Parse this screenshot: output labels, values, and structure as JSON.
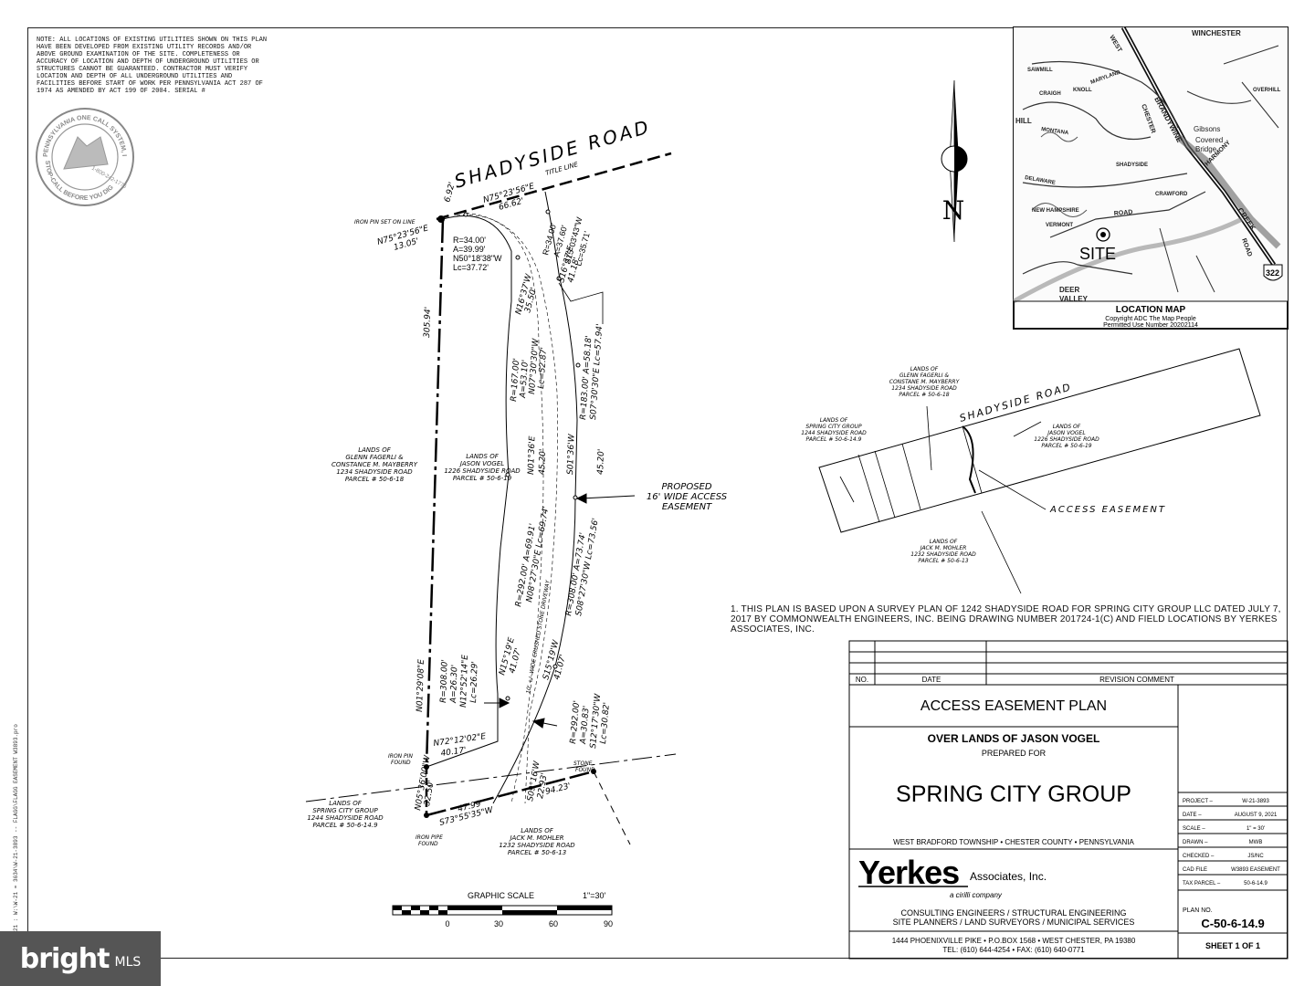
{
  "note": {
    "text": "NOTE:  ALL LOCATIONS OF EXISTING UTILITIES SHOWN ON THIS PLAN HAVE BEEN DEVELOPED FROM EXISTING UTILITY RECORDS AND/OR ABOVE GROUND EXAMINATION OF THE SITE. COMPLETENESS OR ACCURACY OF LOCATION AND DEPTH OF UNDERGROUND UTILITIES OR STRUCTURES CANNOT BE GUARANTEED.  CONTRACTOR MUST VERIFY LOCATION AND DEPTH OF ALL UNDERGROUND UTILITIES AND FACILITIES BEFORE START OF WORK PER PENNSYLVANIA ACT 287 OF 1974 AS AMENDED BY ACT 199 of 2004. SERIAL #"
  },
  "one_call_seal": {
    "ring_top": "PENNSYLVANIA ONE CALL SYSTEM, INC.",
    "phone": "1-800-242-1776",
    "ring_bottom": "STOP-CALL BEFORE YOU DIG"
  },
  "north_arrow": {
    "label": "N"
  },
  "location_map": {
    "title": "LOCATION MAP",
    "copyright": "Copyright ADC The Map People",
    "permit": "Permitted Use Number 20202114",
    "site_label": "SITE",
    "route": "322",
    "labels": {
      "winchester": "WINCHESTER",
      "brandywine": "BRANDYWINE",
      "gibsons": "Gibsons",
      "covered": "Covered",
      "bridge": "Bridge",
      "harmony": "HARMONY",
      "creek": "CREEK",
      "road": "ROAD",
      "deer": "DEER",
      "valley": "VALLEY",
      "hill": "HILL",
      "montana": "MONTANA",
      "delaware": "DELAWARE",
      "new_hampshire": "NEW HAMPSHIRE",
      "vermont": "VERMONT",
      "crawford": "CRAWFORD",
      "shadyside": "SHADYSIDE",
      "sawmill": "SAWMILL",
      "overhill": "OVERHILL",
      "maryland": "MARYLAND",
      "west": "WEST",
      "chester": "CHESTER",
      "craigh": "CRAIGH",
      "knoll": "KNOLL"
    }
  },
  "plan": {
    "road_name": "SHADYSIDE ROAD",
    "title_line": "TITLE LINE",
    "iron_pin_set": "IRON PIN SET ON LINE",
    "dim_692": "6.92'",
    "c1": [
      "R=34.00'",
      "A=39.99'",
      "N50°18'38\"W",
      "Lc=37.72'"
    ],
    "brg_a1": "N75°23'56\"E",
    "brg_a2": "13.05'",
    "brg_b1": "N75°23'56\"E",
    "brg_b2": "66.62'",
    "c2": [
      "R=34.00'",
      "A=37.60'",
      "S15°03'43\"W",
      "Lc=35.71'"
    ],
    "west_line_len": "305.94'",
    "west_line_brg": "N01°29'08\"E",
    "l_n16": [
      "N16°37'W",
      "35.50'"
    ],
    "l_s16": [
      "S16°37'E",
      "41.18'"
    ],
    "c3": [
      "R=167.00'",
      "A=53.10'",
      "N07°30'30\"W",
      "Lc=52.87'"
    ],
    "c4": [
      "R=183.00' A=58.18'",
      "S07°30'30\"E Lc=57.94'"
    ],
    "l_n01": [
      "N01°36'E",
      "45.20'"
    ],
    "l_s01": [
      "S01°36'W",
      "45.20'"
    ],
    "lands_fagerli": [
      "LANDS OF",
      "GLENN FAGERLI &",
      "CONSTANCE M. MAYBERRY",
      "1234 SHADYSIDE ROAD",
      "PARCEL # 50-6-18"
    ],
    "lands_vogel": [
      "LANDS OF",
      "JASON VOGEL",
      "1226 SHADYSIDE ROAD",
      "PARCEL # 50-6-19"
    ],
    "proposed": [
      "PROPOSED",
      "16' WIDE ACCESS",
      "EASEMENT"
    ],
    "c5": [
      "R=292.00' A=69.91'",
      "N08°27'30\"E Lc=69.74'"
    ],
    "c6": [
      "R=308.00' A=73.74'",
      "S08°27'30\"W Lc=73.56'"
    ],
    "driveway": "10' +/- WIDE CRUSHED STONE DRIVEWAY",
    "l_n15": [
      "N15°19'E",
      "41.07'"
    ],
    "l_s15": [
      "S15°19'W",
      "41.07'"
    ],
    "c7": [
      "R=308.00'",
      "A=26.30'",
      "N12°52'14\"E",
      "Lc=26.29'"
    ],
    "c8": [
      "R=292.00'",
      "A=30.83'",
      "S12°17'30\"W",
      "Lc=30.82'"
    ],
    "l_n72": [
      "N72°12'02\"E",
      "40.17'"
    ],
    "iron_pin_found": [
      "IRON PIN",
      "FOUND"
    ],
    "stone_found": [
      "STONE",
      "FOUND"
    ],
    "l_s09": [
      "S09°16'W",
      "22.93'"
    ],
    "dim_9423": "94.23'",
    "l_n05": [
      "N05°36'00\"W",
      "32.50'"
    ],
    "lands_spring": [
      "LANDS OF",
      "SPRING CITY GROUP",
      "1244 SHADYSIDE ROAD",
      "PARCEL # 50-6-14.9"
    ],
    "l_s73": [
      "47.99'",
      "S73°55'35\"W"
    ],
    "iron_pipe": [
      "IRON PIPE",
      "FOUND"
    ],
    "lands_mohler": [
      "LANDS OF",
      "JACK M. MOHLER",
      "1232 SHADYSIDE ROAD",
      "PARCEL # 50-6-13"
    ],
    "graphic_scale": "GRAPHIC SCALE",
    "scale_ratio": "1\"=30'",
    "scale_ticks": [
      "0",
      "30",
      "60",
      "90"
    ]
  },
  "key_map": {
    "road": "SHADYSIDE ROAD",
    "access": "ACCESS EASEMENT",
    "fagerli": [
      "LANDS OF",
      "GLENN FAGERLI &",
      "CONSTANE M. MAYBERRY",
      "1234 SHADYSIDE ROAD",
      "PARCEL # 50-6-18"
    ],
    "spring": [
      "LANDS OF",
      "SPRING CITY GROUP",
      "1244 SHADYSIDE ROAD",
      "PARCEL # 50-6-14.9"
    ],
    "vogel": [
      "LANDS OF",
      "JASON VOGEL",
      "1226 SHADYSIDE ROAD",
      "PARCEL # 50-6-19"
    ],
    "mohler": [
      "LANDS OF",
      "JACK M. MOHLER",
      "1232 SHADYSIDE ROAD",
      "PARCEL # 50-6-13"
    ]
  },
  "plan_note": "1. THIS PLAN IS BASED UPON A SURVEY PLAN OF 1242 SHADYSIDE ROAD FOR SPRING CITY GROUP LLC DATED JULY 7, 2017 BY COMMONWEALTH ENGINEERS, INC.  BEING DRAWING NUMBER 201724-1(C) AND FIELD LOCATIONS BY YERKES ASSOCIATES, INC.",
  "title_block": {
    "rev_headers": {
      "no": "NO.",
      "date": "DATE",
      "comment": "REVISION COMMENT"
    },
    "title": "ACCESS EASEMENT PLAN",
    "over_lands": "OVER LANDS OF JASON VOGEL",
    "prepared_for": "PREPARED FOR",
    "client": "SPRING CITY GROUP",
    "location": "WEST BRADFORD TOWNSHIP  •  CHESTER COUNTY  •  PENNSYLVANIA",
    "firm_name": "Yerkes",
    "firm_suffix": "Associates, Inc.",
    "firm_tag": "a cirilli company",
    "services1": "CONSULTING ENGINEERS / STRUCTURAL ENGINEERING",
    "services2": "SITE PLANNERS / LAND SURVEYORS / MUNICIPAL SERVICES",
    "address": "1444 PHOENIXVILLE PIKE • P.O.BOX 1568 • WEST CHESTER, PA 19380",
    "phones": "TEL:  (610) 644-4254 • FAX:  (610) 640-0771",
    "fields": [
      {
        "label": "PROJECT –",
        "value": "W-21-3893"
      },
      {
        "label": "DATE –",
        "value": "AUGUST 9, 2021"
      },
      {
        "label": "SCALE –",
        "value": "1\" = 30'"
      },
      {
        "label": "DRAWN –",
        "value": "MWB"
      },
      {
        "label": "CHECKED –",
        "value": "JS/NC"
      },
      {
        "label": "CAD FILE",
        "value": "W3893 EASEMENT"
      },
      {
        "label": "TAX PARCEL –",
        "value": "50-6-14.9"
      }
    ],
    "plan_no_label": "PLAN NO.",
    "plan_no": "C-50-6-14.9",
    "sheet": "SHEET 1 OF 1"
  },
  "side_path": "21 : W:\\W-21 = 3634\\W-21-3893 -- FLAGG\\FLAGG EASEMENT W3893.pro",
  "watermark": {
    "brand": "bright",
    "mls": "MLS"
  }
}
